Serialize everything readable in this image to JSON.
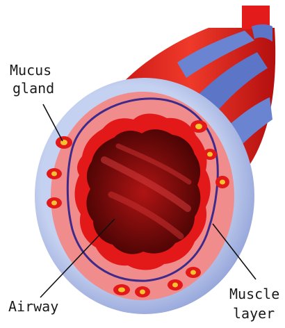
{
  "labels": {
    "mucus_gland": [
      "Mucus",
      "gland"
    ],
    "airway": [
      "Airway"
    ],
    "muscle_layer": [
      "Muscle",
      "layer"
    ]
  },
  "colors": {
    "outer_sheath": "#b9c7ea",
    "tissue": "#f08c8c",
    "mucosa": "#e31818",
    "lumen": "#7a0a0a",
    "muscle_line": "#3d2a8a",
    "tube_red": "#d81c1c",
    "tube_blue": "#5e78cc",
    "gland": "#f4c430"
  }
}
